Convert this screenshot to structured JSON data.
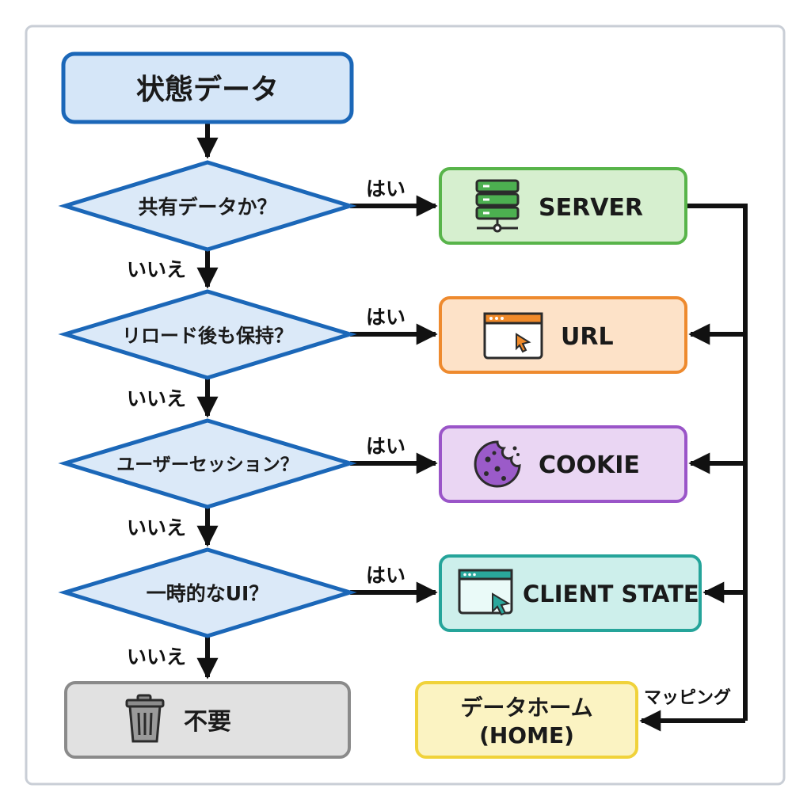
{
  "start": {
    "label": "状態データ"
  },
  "decisions": [
    {
      "label": "共有データか？"
    },
    {
      "label": "リロード後も保持？"
    },
    {
      "label": "ユーザーセッション？"
    },
    {
      "label": "一時的なUI？"
    }
  ],
  "edges": {
    "yes_label": "はい",
    "no_label": "いいえ",
    "mapping_label": "マッピング"
  },
  "outcomes": [
    {
      "label": "SERVER",
      "icon": "server-icon",
      "color": "#58b44a",
      "fill": "#d6efcf"
    },
    {
      "label": "URL",
      "icon": "browser-window-icon",
      "color": "#ee8a2e",
      "fill": "#fde2c8"
    },
    {
      "label": "COOKIE",
      "icon": "cookie-icon",
      "color": "#9a55c8",
      "fill": "#ead6f3"
    },
    {
      "label": "CLIENT STATE",
      "icon": "app-window-cursor-icon",
      "color": "#25a49a",
      "fill": "#cdefeb"
    }
  ],
  "unneeded": {
    "label": "不要",
    "icon": "trash-icon"
  },
  "data_home": {
    "line1": "データホーム",
    "line2": "(HOME)"
  },
  "colors": {
    "start_fill": "#d5e6f8",
    "start_border": "#1b67b8",
    "decision_fill": "#dbe9f8",
    "decision_border": "#1b67b8",
    "unneeded_fill": "#e1e1e1",
    "unneeded_border": "#8a8a8a",
    "home_fill": "#fbf3c2",
    "home_border": "#f0d23a"
  }
}
